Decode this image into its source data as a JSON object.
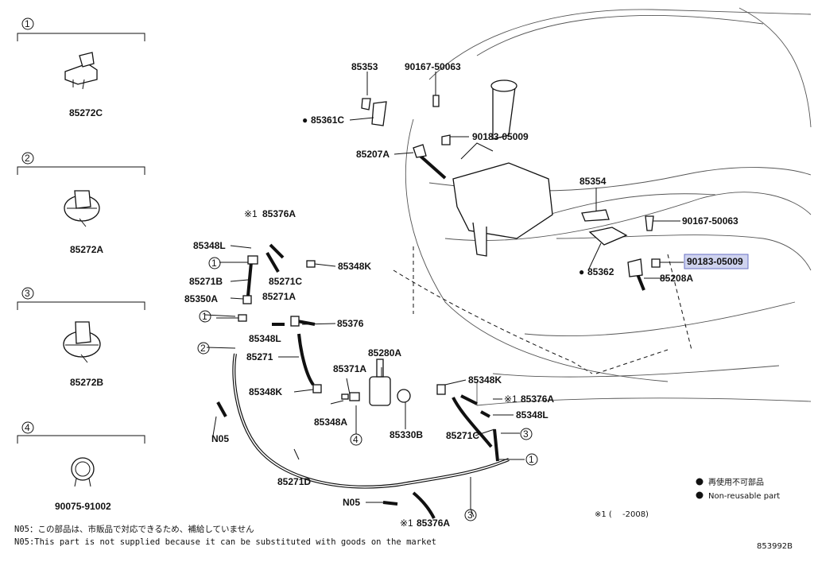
{
  "diagram_id": "853992B",
  "side_legend": [
    {
      "num": "1",
      "part": "85272C"
    },
    {
      "num": "2",
      "part": "85272A"
    },
    {
      "num": "3",
      "part": "85272B"
    },
    {
      "num": "4",
      "part": "90075-91002"
    }
  ],
  "parts": {
    "p85353": "85353",
    "p90167_top": "90167-50063",
    "p85361c": "85361C",
    "p90183_top": "90183-05009",
    "p85207a": "85207A",
    "p85376a_1": "85376A",
    "p85348l_1": "85348L",
    "p85348k_1": "85348K",
    "p85271b": "85271B",
    "p85271c_1": "85271C",
    "p85350a": "85350A",
    "p85271a": "85271A",
    "p85376": "85376",
    "p85348l_2": "85348L",
    "p85271": "85271",
    "p85280a": "85280A",
    "p85371a": "85371A",
    "p85348k_2": "85348K",
    "p85348a": "85348A",
    "p85330b": "85330B",
    "p85348k_3": "85348K",
    "p85376a_2": "85376A",
    "p85348l_3": "85348L",
    "p85271c_2": "85271C",
    "p85354": "85354",
    "p90167_right": "90167-50063",
    "p90183_right": "90183-05009",
    "p85362": "85362",
    "p85208a": "85208A",
    "p85271d": "85271D",
    "pN05_1": "N05",
    "pN05_2": "N05",
    "p85376a_3": "85376A"
  },
  "markers": {
    "filled_dot": "●",
    "note_mark": "※1"
  },
  "callouts": {
    "c1": "1",
    "c2": "2",
    "c3": "3",
    "c4": "4",
    "c1b": "1",
    "c3b": "3",
    "c1c": "1"
  },
  "legend": {
    "jp": "再使用不可部品",
    "en": "Non-reusable part",
    "note1": "※1 (　 -2008)"
  },
  "footnotes": {
    "jp": "N05：この部品は、市販品で対応できるため、補給していません",
    "en": "N05:This part is not supplied because it can be substituted with goods on the market"
  },
  "colors": {
    "highlight": "#cfd3ef",
    "ink": "#111111"
  }
}
